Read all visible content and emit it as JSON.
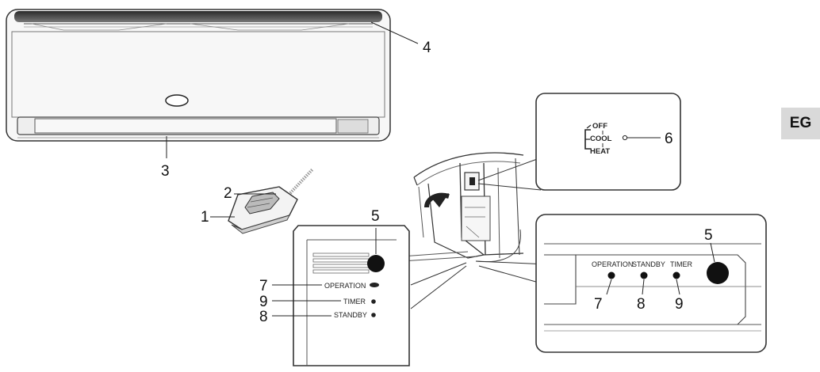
{
  "badge": "EG",
  "callouts": {
    "c1": "1",
    "c2": "2",
    "c3": "3",
    "c4": "4",
    "c5_left": "5",
    "c5_right": "5",
    "c6": "6",
    "c7_left": "7",
    "c7_right": "7",
    "c8_left": "8",
    "c8_right": "8",
    "c9_left": "9",
    "c9_right": "9"
  },
  "selector": {
    "off": "OFF",
    "cool": "COOL",
    "heat": "HEAT"
  },
  "left_panel": {
    "operation": "OPERATION",
    "timer": "TIMER",
    "standby": "STANDBY"
  },
  "right_panel": {
    "operation": "OPERATION",
    "standby": "STANDBY",
    "timer": "TIMER"
  }
}
